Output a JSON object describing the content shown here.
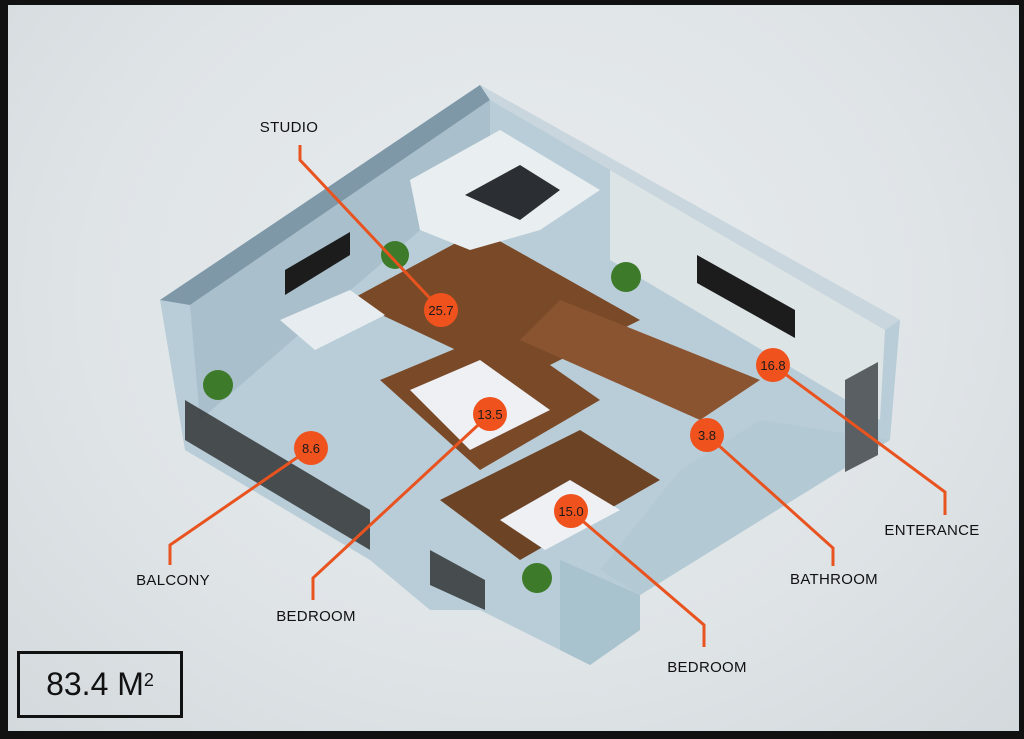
{
  "total_area": {
    "value": "83.4 M",
    "unit_exponent": "2"
  },
  "rooms": [
    {
      "name": "STUDIO",
      "area": "25.7"
    },
    {
      "name": "BEDROOM",
      "area": "13.5"
    },
    {
      "name": "BALCONY",
      "area": "8.6"
    },
    {
      "name": "BEDROOM",
      "area": "15.0"
    },
    {
      "name": "BATHROOM",
      "area": "3.8"
    },
    {
      "name": "ENTERANCE",
      "area": "16.8"
    }
  ],
  "colors": {
    "marker": "#f0521e",
    "leader": "#e8531f"
  }
}
